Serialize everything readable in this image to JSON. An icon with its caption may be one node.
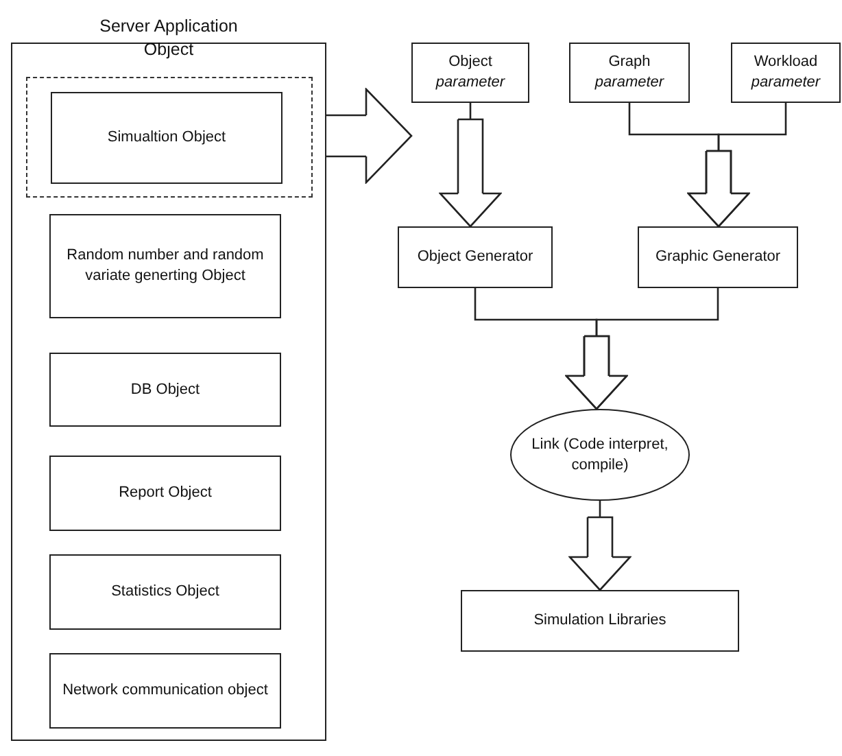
{
  "diagram": {
    "nodes": [
      {
        "text": [
          "Server Application Object"
        ]
      },
      {
        "text": [],
        "shape": "box",
        "in": 0
      },
      {
        "text": [
          "Simualtion Object"
        ],
        "in": 1
      },
      {
        "text": [
          "Random number and random variate generting Object"
        ],
        "in": 0
      },
      {
        "text": [
          "DB Object"
        ],
        "in": 0
      },
      {
        "text": [
          "Report Object"
        ],
        "in": 0
      },
      {
        "text": [
          "Statistics Object"
        ],
        "in": 0
      },
      {
        "text": [
          "Network communication object"
        ],
        "in": 0
      },
      {
        "text": [
          "Object *parameter*"
        ]
      },
      {
        "text": [
          "Graph *parameter*"
        ]
      },
      {
        "text": [
          "Workload *parameter*"
        ]
      },
      {
        "text": [
          "Object Generator"
        ]
      },
      {
        "text": [
          "Graphic Generator"
        ]
      },
      {
        "text": [
          "Link (Code interpret, compile)"
        ]
      },
      {
        "text": [
          "Simulation Libraries"
        ]
      }
    ],
    "edges": [
      {
        "from": 1,
        "to": 8,
        "arrow": "to"
      },
      {
        "from": 8,
        "to": 11,
        "arrow": "to"
      },
      {
        "from": 9,
        "to": 12,
        "arrow": "to"
      },
      {
        "from": 10,
        "to": 12,
        "arrow": "to"
      },
      {
        "from": 11,
        "to": 13,
        "arrow": "to"
      },
      {
        "from": 12,
        "to": 13,
        "arrow": "to"
      },
      {
        "from": 13,
        "to": 14,
        "arrow": "to"
      }
    ]
  }
}
